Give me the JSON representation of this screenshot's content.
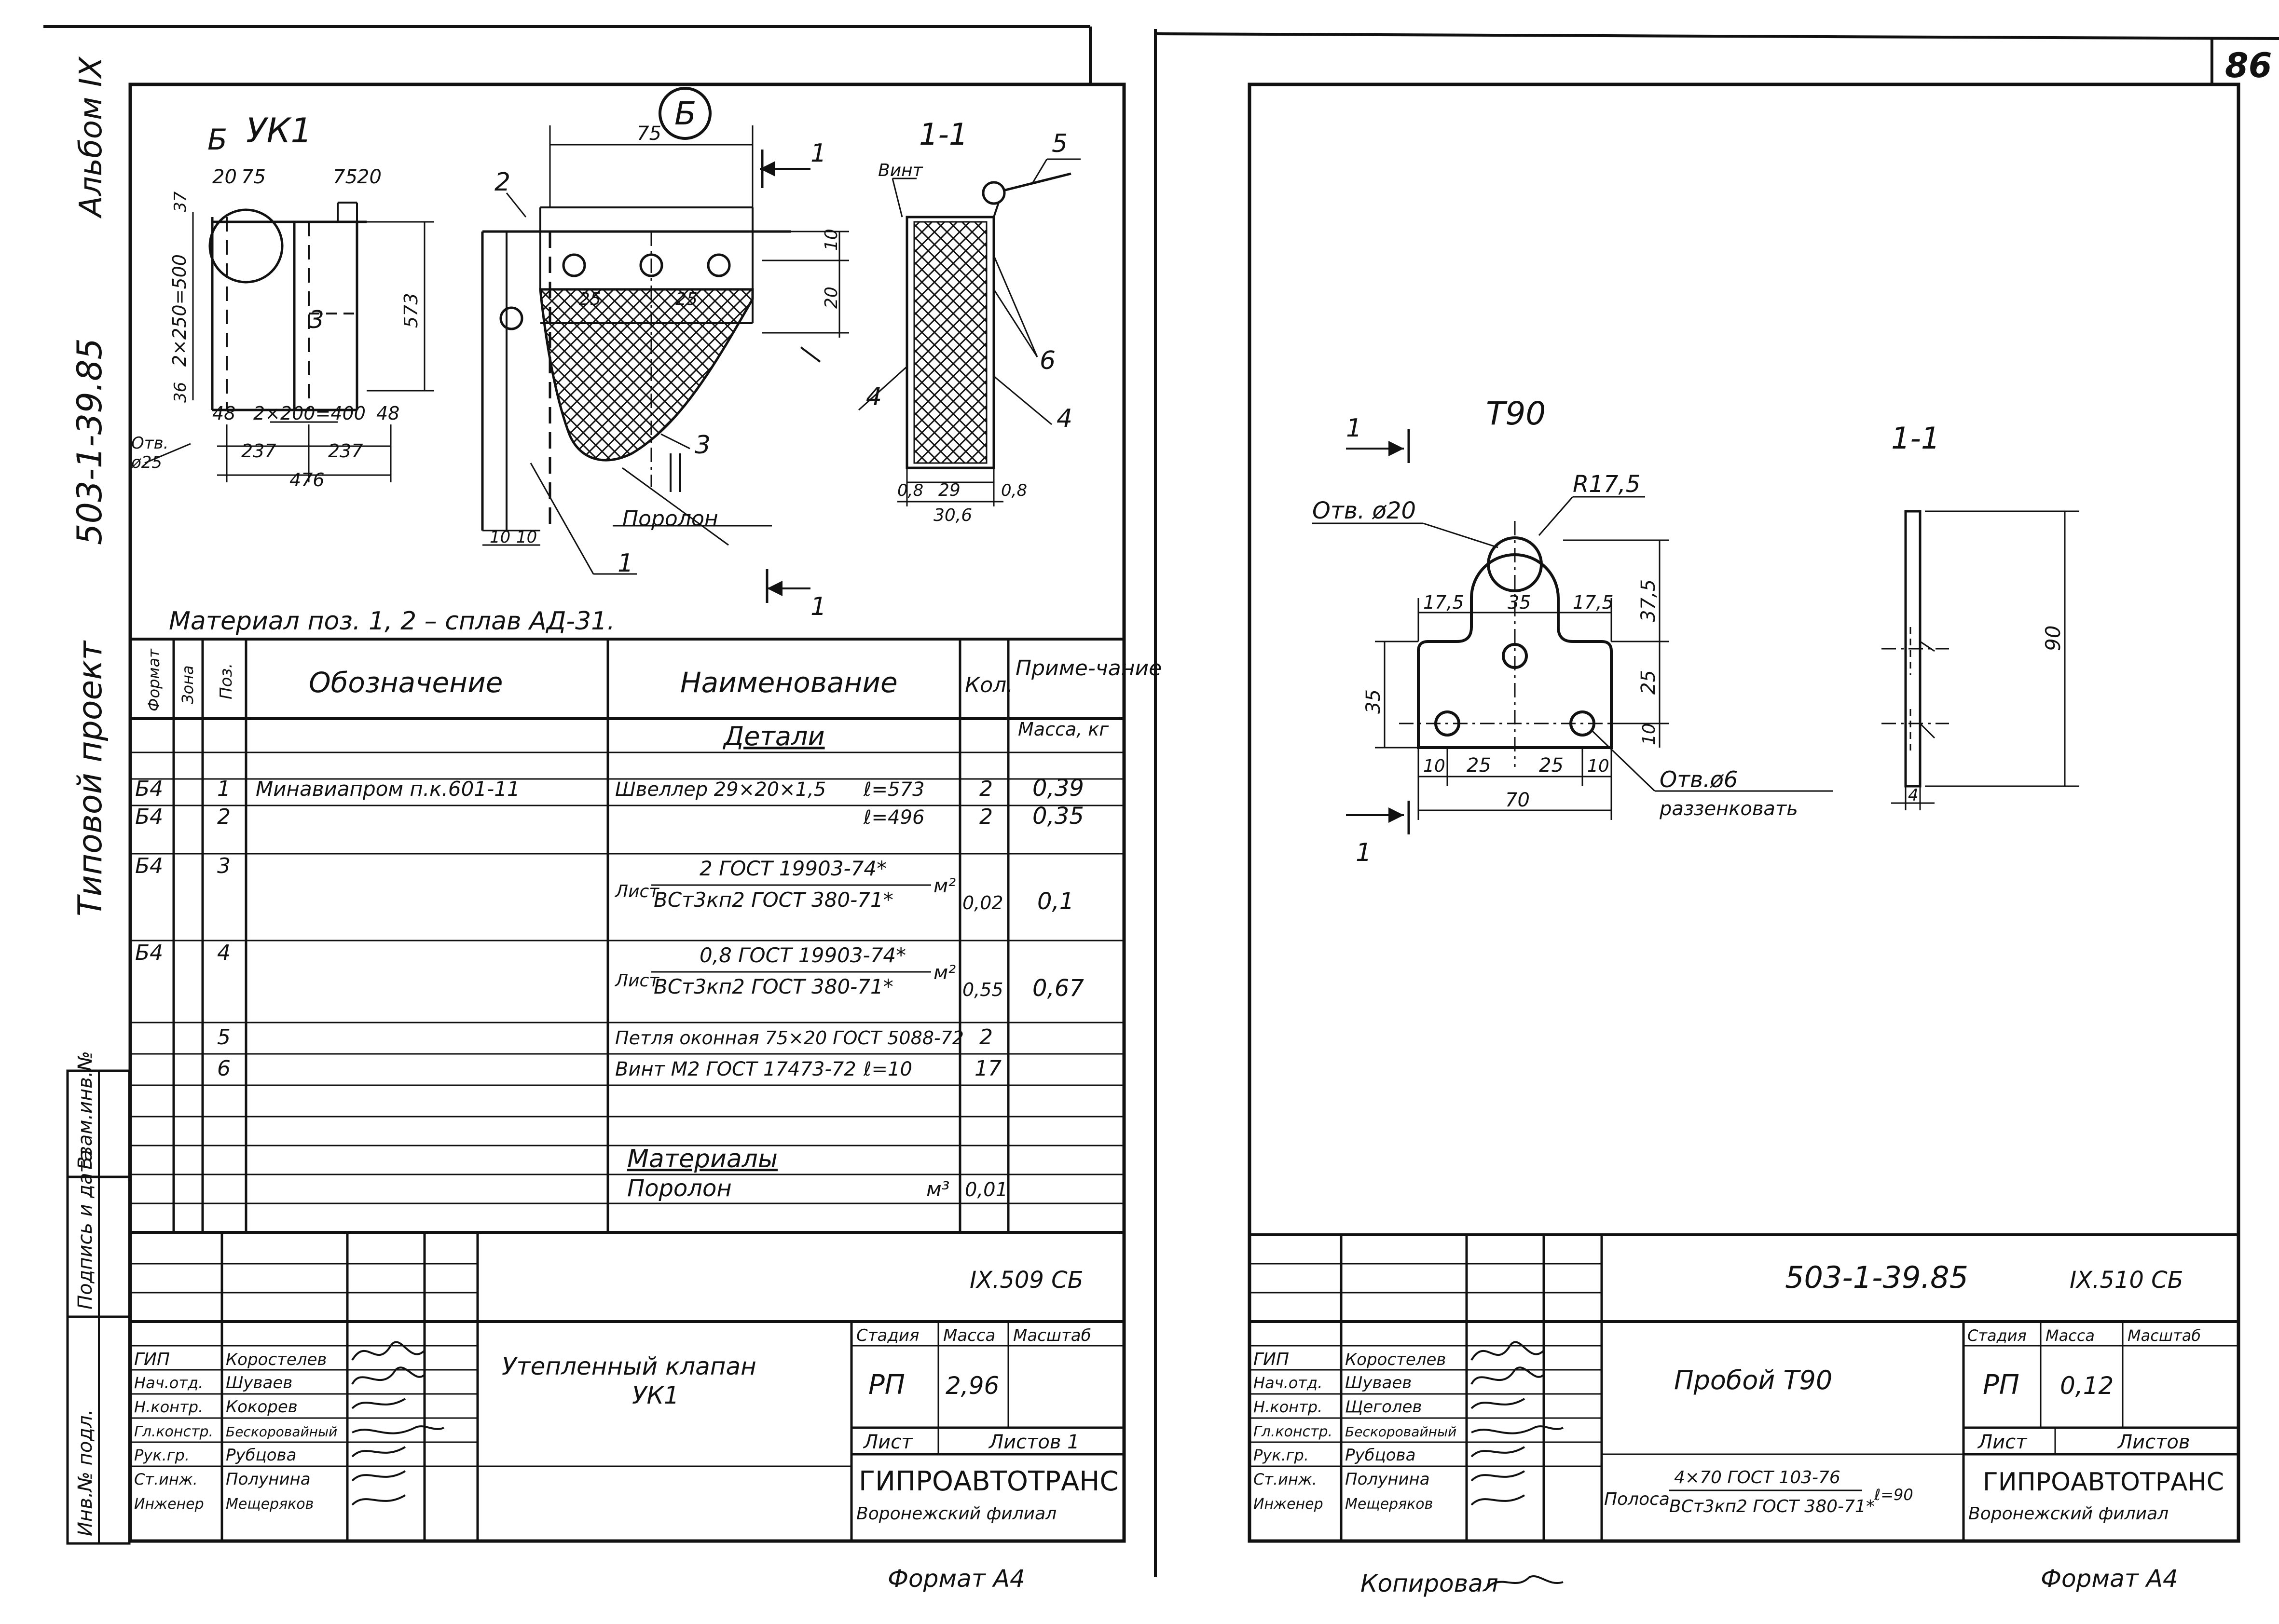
{
  "page_corner": "86",
  "side_stamp": {
    "album": "Альбом IX",
    "series": "503-1-39.85",
    "project": "Типовой проект",
    "fields": [
      "Взам.инв.№",
      "Подпись и дата",
      "Инв.№ подл."
    ]
  },
  "left": {
    "view_title": "УК1",
    "detail_mark": "Б",
    "detail_ref": "Б",
    "section_title": "1-1",
    "section_marks": [
      "1",
      "1"
    ],
    "hole_label": "Отв.",
    "hole_dia": "ø25",
    "foam_label": "Поролон",
    "screw_label": "Винт",
    "dims_view": {
      "d1": "20",
      "d2": "75",
      "d3": "75",
      "d4": "20",
      "d5": "37",
      "d6": "2×250=500",
      "d7": "573",
      "d8": "36",
      "d9": "48",
      "d10": "2×200=400",
      "d11": "48",
      "d12": "237",
      "d13": "237",
      "d14": "476"
    },
    "dims_detail": {
      "a": "75",
      "b": "10",
      "c": "20",
      "d": "25",
      "e": "25",
      "f": "10",
      "g": "10"
    },
    "dims_section": {
      "a": "0,8",
      "b": "29",
      "c": "0,8",
      "d": "30,6"
    },
    "callouts": [
      "2",
      "3",
      "1",
      "5",
      "4",
      "4",
      "6",
      "3"
    ],
    "material_note": "Материал поз. 1, 2 – сплав АД-31.",
    "spec": {
      "headers": [
        "Формат",
        "Зона",
        "Поз.",
        "Обозначение",
        "Наименование",
        "Кол.",
        "Приме-чание"
      ],
      "mass_header": "Масса, кг",
      "section_details": "Детали",
      "rows": [
        {
          "fmt": "Б4",
          "pos": "1",
          "des": "Минавиапром п.к.601-11",
          "name": "Швеллер 29×20×1,5",
          "len": "ℓ=573",
          "qty": "2",
          "note": "0,39"
        },
        {
          "fmt": "Б4",
          "pos": "2",
          "des": "",
          "name": "",
          "len": "ℓ=496",
          "qty": "2",
          "note": "0,35"
        },
        {
          "fmt": "Б4",
          "pos": "3",
          "des": "",
          "name_pre": "Лист",
          "name_top": "2  ГОСТ 19903-74*",
          "name_bot": "ВСт3кп2 ГОСТ 380-71*",
          "unit": "м²",
          "qty": "0,02",
          "note": "0,1"
        },
        {
          "fmt": "Б4",
          "pos": "4",
          "des": "",
          "name_pre": "Лист",
          "name_top": "0,8  ГОСТ 19903-74*",
          "name_bot": "ВСт3кп2 ГОСТ 380-71*",
          "unit": "м²",
          "qty": "0,55",
          "note": "0,67"
        },
        {
          "fmt": "",
          "pos": "5",
          "des": "",
          "name": "Петля оконная 75×20 ГОСТ 5088-72",
          "qty": "2",
          "note": ""
        },
        {
          "fmt": "",
          "pos": "6",
          "des": "",
          "name": "Винт М2 ГОСТ 17473-72",
          "len": "ℓ=10",
          "qty": "17",
          "note": ""
        }
      ],
      "section_materials": "Материалы",
      "material_row": {
        "name": "Поролон",
        "unit": "м³",
        "qty": "0,01"
      }
    },
    "title_block": {
      "code": "IX.509 СБ",
      "roles": [
        "ГИП",
        "Нач.отд.",
        "Н.контр.",
        "Гл.констр.",
        "Рук.гр.",
        "Ст.инж.",
        "Инженер"
      ],
      "names": [
        "Коростелев",
        "Шуваев",
        "Кокорев",
        "Бескоровайный",
        "Рубцова",
        "Полунина",
        "Мещеряков"
      ],
      "title_1": "Утепленный клапан",
      "title_2": "УК1",
      "stage_h": "Стадия",
      "mass_h": "Масса",
      "scale_h": "Масштаб",
      "stage": "РП",
      "mass": "2,96",
      "sheet_h": "Лист",
      "sheets_h": "Листов 1",
      "org": "ГИПРОАВТОТРАНС",
      "branch": "Воронежский филиал"
    },
    "format": "Формат А4"
  },
  "right": {
    "view_title": "Т90",
    "section_title": "1-1",
    "section_marks": [
      "1",
      "1"
    ],
    "hole_big": "Отв. ø20",
    "radius": "R17,5",
    "hole_small": "Отв.ø6",
    "countersink": "раззенковать",
    "dims": {
      "a": "17,5",
      "b": "35",
      "c": "17,5",
      "d": "37,5",
      "e": "25",
      "f": "10",
      "g": "35",
      "h": "10",
      "i": "25",
      "j": "25",
      "k": "10",
      "l": "70",
      "m": "90",
      "n": "4"
    },
    "title_block": {
      "code": "503-1-39.85",
      "sheet_code": "IX.510 СБ",
      "roles": [
        "ГИП",
        "Нач.отд.",
        "Н.контр.",
        "Гл.констр.",
        "Рук.гр.",
        "Ст.инж.",
        "Инженер"
      ],
      "names": [
        "Коростелев",
        "Шуваев",
        "Щеголев",
        "Бескоровайный",
        "Рубцова",
        "Полунина",
        "Мещеряков"
      ],
      "title": "Пробой  Т90",
      "material_pre": "Полоса",
      "material_top": "4×70  ГОСТ 103-76",
      "material_bot": "ВСт3кп2 ГОСТ 380-71*",
      "material_len": "ℓ=90",
      "stage_h": "Стадия",
      "mass_h": "Масса",
      "scale_h": "Масштаб",
      "stage": "РП",
      "mass": "0,12",
      "sheet_h": "Лист",
      "sheets_h": "Листов",
      "org": "ГИПРОАВТОТРАНС",
      "branch": "Воронежский филиал"
    },
    "copied": "Копировал",
    "format": "Формат А4"
  }
}
